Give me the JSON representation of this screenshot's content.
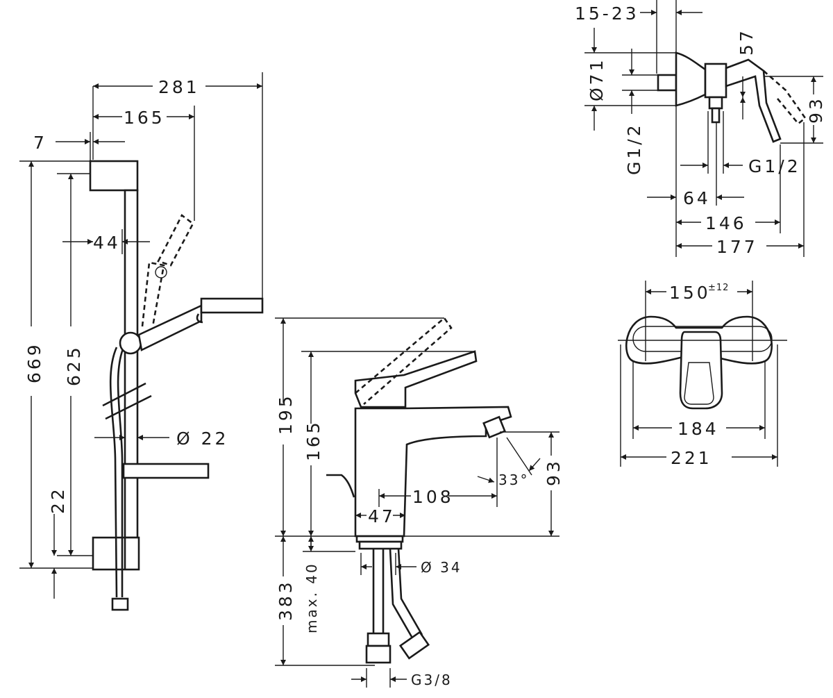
{
  "shower_rail": {
    "width_total": "281",
    "width_head": "165",
    "wall_offset": "7",
    "bar_to_wall": "44",
    "height_total": "669",
    "height_between": "625",
    "bottom_offset": "22",
    "bar_diameter": "Ø 22"
  },
  "basin_mixer": {
    "height_total": "195",
    "height_spout": "165",
    "spout_reach": "108",
    "base_width": "47",
    "spout_angle": "33°",
    "spout_height": "93",
    "shank_diameter": "Ø 34",
    "below_counter": "383",
    "max_thickness": "max. 40",
    "connection": "G3/8"
  },
  "shower_mixer_side": {
    "eccentric_range": "15-23",
    "rosette_diameter": "Ø71",
    "lever_dim": "57",
    "height_93": "93",
    "thread_left": "G1/2",
    "thread_right": "G1/2",
    "depth_64": "64",
    "depth_146": "146",
    "depth_177": "177"
  },
  "shower_mixer_front": {
    "centers": "150",
    "centers_tolerance": "±12",
    "width_184": "184",
    "width_221": "221"
  }
}
